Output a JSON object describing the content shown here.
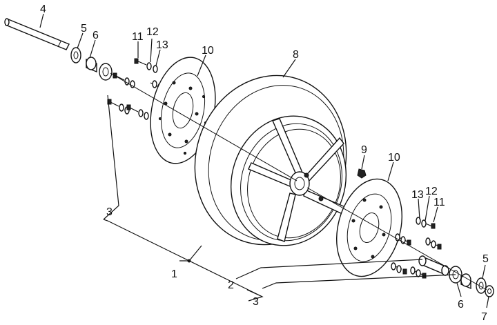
{
  "diagram": {
    "callouts": {
      "c1": "1",
      "c2": "2",
      "c3a": "3",
      "c3b": "3",
      "c4": "4",
      "c5a": "5",
      "c5b": "5",
      "c6a": "6",
      "c6b": "6",
      "c7": "7",
      "c8": "8",
      "c9": "9",
      "c10a": "10",
      "c10b": "10",
      "c11a": "11",
      "c11b": "11",
      "c12a": "12",
      "c12b": "12",
      "c13a": "13",
      "c13b": "13"
    }
  }
}
